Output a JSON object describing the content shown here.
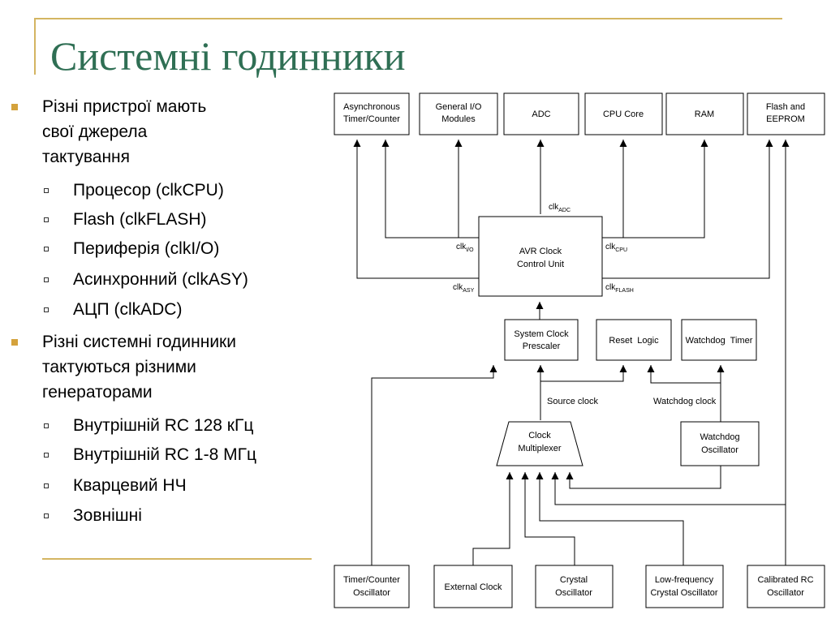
{
  "slide": {
    "title": "Системні годинники",
    "bullets": [
      {
        "lines": [
          "Різні пристрої мають",
          "свої джерела",
          "тактування"
        ],
        "subitems": [
          "Процесор (clkCPU)",
          "Flash (clkFLASH)",
          "Периферія (clkI/O)",
          "Асинхронний (clkASY)",
          "АЦП (clkADC)"
        ]
      },
      {
        "lines": [
          "Різні системні годинники",
          "тактуються різними",
          "генераторами"
        ],
        "subitems": [
          "Внутрішній RC 128 кГц",
          "Внутрішній RC 1-8 МГц",
          "Кварцевий НЧ",
          "Зовнішні"
        ]
      }
    ]
  },
  "diagram": {
    "top_blocks": [
      {
        "id": "async_timer",
        "lines": [
          "Asynchronous",
          "Timer/Counter"
        ]
      },
      {
        "id": "gpio",
        "lines": [
          "General I/O",
          "Modules"
        ]
      },
      {
        "id": "adc",
        "lines": [
          "ADC"
        ]
      },
      {
        "id": "cpu",
        "lines": [
          "CPU Core"
        ]
      },
      {
        "id": "ram",
        "lines": [
          "RAM"
        ]
      },
      {
        "id": "flash",
        "lines": [
          "Flash and",
          "EEPROM"
        ]
      }
    ],
    "control_unit": {
      "lines": [
        "AVR Clock",
        "Control Unit"
      ]
    },
    "clk_labels": {
      "adc": {
        "main": "clk",
        "sub": "ADC"
      },
      "io": {
        "main": "clk",
        "sub": "I/O"
      },
      "cpu": {
        "main": "clk",
        "sub": "CPU"
      },
      "asy": {
        "main": "clk",
        "sub": "ASY"
      },
      "flash": {
        "main": "clk",
        "sub": "FLASH"
      }
    },
    "middle_blocks": [
      {
        "id": "prescaler",
        "lines": [
          "System Clock",
          "Prescaler"
        ]
      },
      {
        "id": "reset",
        "lines": [
          "Reset  Logic"
        ]
      },
      {
        "id": "watchdog_timer",
        "lines": [
          "Watchdog  Timer"
        ]
      }
    ],
    "signal_labels": {
      "source_clock": "Source clock",
      "watchdog_clock": "Watchdog clock"
    },
    "multiplexer": {
      "lines": [
        "Clock",
        "Multiplexer"
      ]
    },
    "watchdog_osc": {
      "lines": [
        "Watchdog",
        "Oscillator"
      ]
    },
    "bottom_blocks": [
      {
        "id": "tc_osc",
        "lines": [
          "Timer/Counter",
          "Oscillator"
        ]
      },
      {
        "id": "ext_clock",
        "lines": [
          "External Clock"
        ]
      },
      {
        "id": "crystal",
        "lines": [
          "Crystal",
          "Oscillator"
        ]
      },
      {
        "id": "lf_crystal",
        "lines": [
          "Low-frequency",
          "Crystal Oscillator"
        ]
      },
      {
        "id": "cal_rc",
        "lines": [
          "Calibrated RC",
          "Oscillator"
        ]
      }
    ]
  }
}
